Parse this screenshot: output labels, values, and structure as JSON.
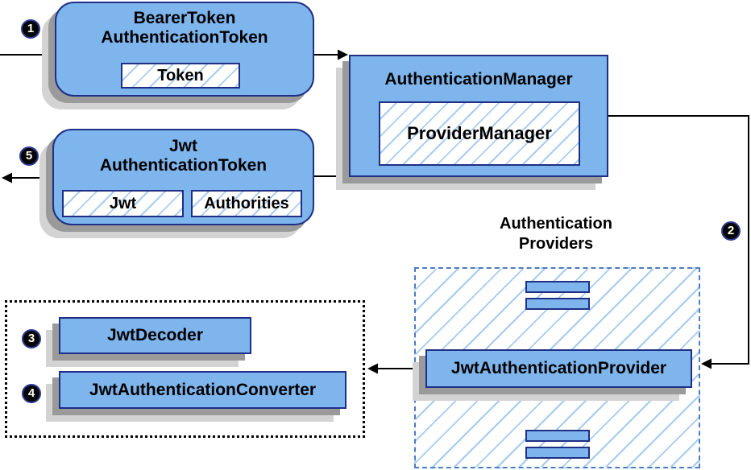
{
  "colors": {
    "node_fill": "#7EB5EC",
    "node_border": "#1E2F85",
    "hatch_line": "#AACDF0",
    "dashed_border": "#4A7CC4",
    "shadow_dark": "#9A9A9A",
    "shadow_light": "#D3D3D3",
    "arrow": "#000000",
    "badge_bg": "#050505",
    "badge_text": "#FFFDF2",
    "background": "#FFFFFF"
  },
  "badges": {
    "step1": "1",
    "step2": "2",
    "step3": "3",
    "step4": "4",
    "step5": "5"
  },
  "nodes": {
    "bearer_token_authentication_token": {
      "title_line1": "BearerToken",
      "title_line2": "AuthenticationToken",
      "chip": "Token"
    },
    "authentication_manager": {
      "title": "AuthenticationManager",
      "chip": "ProviderManager"
    },
    "jwt_authentication_token": {
      "title_line1": "Jwt",
      "title_line2": "AuthenticationToken",
      "chip_jwt": "Jwt",
      "chip_authorities": "Authorities"
    },
    "authentication_providers_label": {
      "line1": "Authentication",
      "line2": "Providers"
    },
    "jwt_authentication_provider": {
      "title": "JwtAuthenticationProvider"
    },
    "jwt_decoder": {
      "title": "JwtDecoder"
    },
    "jwt_authentication_converter": {
      "title": "JwtAuthenticationConverter"
    }
  }
}
